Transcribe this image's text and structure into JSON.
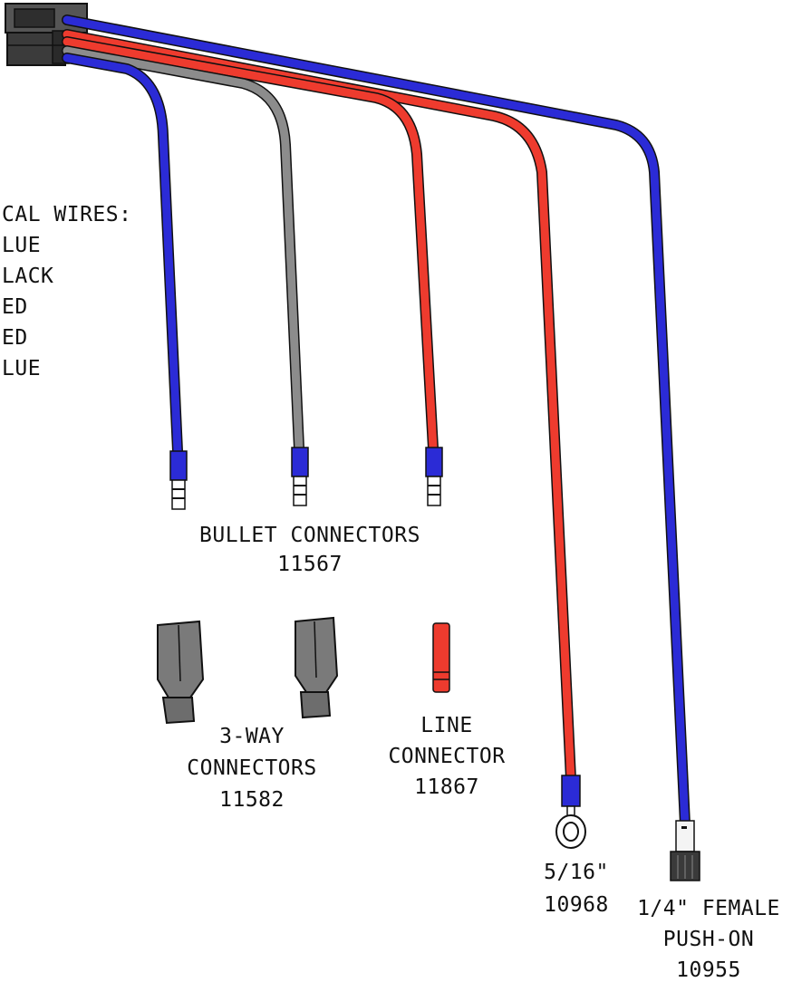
{
  "legend": {
    "title": "CAL WIRES:",
    "items": [
      "LUE",
      "LACK",
      "ED",
      "ED",
      "LUE"
    ]
  },
  "labels": {
    "bullet": {
      "line1": "BULLET CONNECTORS",
      "line2": "11567"
    },
    "three_way": {
      "line1": "3-WAY",
      "line2": "CONNECTORS",
      "line3": "11582"
    },
    "line_connector": {
      "line1": "LINE",
      "line2": "CONNECTOR",
      "line3": "11867"
    },
    "ring": {
      "line1": "5/16\"",
      "line2": "10968"
    },
    "push_on": {
      "line1": "1/4\" FEMALE",
      "line2": "PUSH-ON",
      "line3": "10955"
    }
  },
  "colors": {
    "blue": "#2b2bd6",
    "gray": "#8c8c8c",
    "red": "#ee3b2e",
    "connector_gray": "#7a7a7a",
    "housing": "#555555"
  }
}
